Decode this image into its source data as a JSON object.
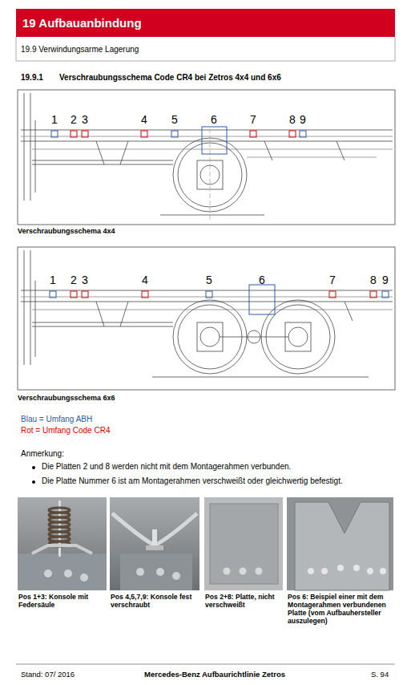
{
  "diagram": {
    "title": "19 Aufbauanbindung",
    "labels": [
      "19.9 Verwindungsarme Lagerung",
      "19.9.1",
      "Verschraubungsschema Code CR4 bei Zetros 4x4 und 6x6",
      "1",
      "2",
      "3",
      "4",
      "5",
      "6",
      "7",
      "8",
      "9",
      "Verschraubungsschema 4x4",
      "1",
      "2",
      "3",
      "4",
      "5",
      "6",
      "7",
      "8",
      "9",
      "Verschraubungsschema 6x6",
      "Anmerkung:",
      "Die Platten 2 und 8 werden nicht mit dem Montagerahmen verbunden.",
      "Die Platte Nummer 6 ist am Montagerahmen verschweißt oder gleichwertig befestigt.",
      "Pos 1+3: Konsole mit Federsäule",
      "Pos 4,5,7,9: Konsole fest verschraubt",
      "Pos 2+8: Platte, nicht verschweißt",
      "Pos 6: Beispiel einer mit dem Montagerahmen verbundenen Platte (vom Aufbauhersteller auszulegen)",
      "Stand: 07/ 2016",
      "Mercedes-Benz Aufbaurichtlinie Zetros",
      "S. 94"
    ],
    "legend": [
      {
        "text": "Blau = Umfang ABH",
        "color": "#2e5aa8"
      },
      {
        "text": "Rot = Umfang Code CR4",
        "color": "#e00000"
      }
    ]
  }
}
